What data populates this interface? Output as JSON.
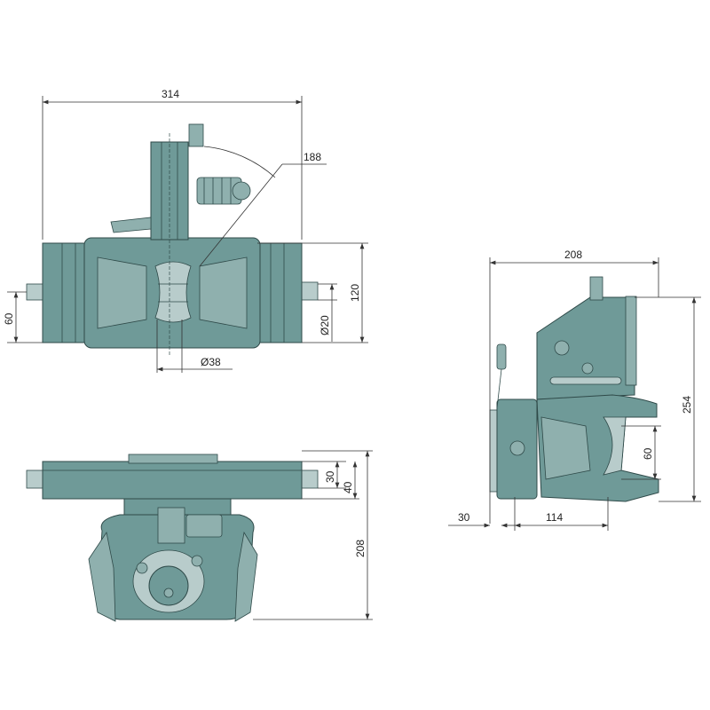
{
  "colors": {
    "body": "#6f9a98",
    "light": "#b8cccb",
    "outline": "#2f4a49",
    "dimension": "#333333"
  },
  "views": {
    "top": {
      "overall_width": "314",
      "angle_radius": "188",
      "height": "120",
      "pin_offset": "60",
      "pin_diameter": "Ø20",
      "ball_diameter": "Ø38"
    },
    "side": {
      "overall_width": "208",
      "overall_height": "254",
      "jaw_height": "60",
      "rear_offset": "30",
      "jaw_depth": "114"
    },
    "front": {
      "plate_thickness": "30",
      "pin_height": "40",
      "overall_height": "208"
    }
  }
}
